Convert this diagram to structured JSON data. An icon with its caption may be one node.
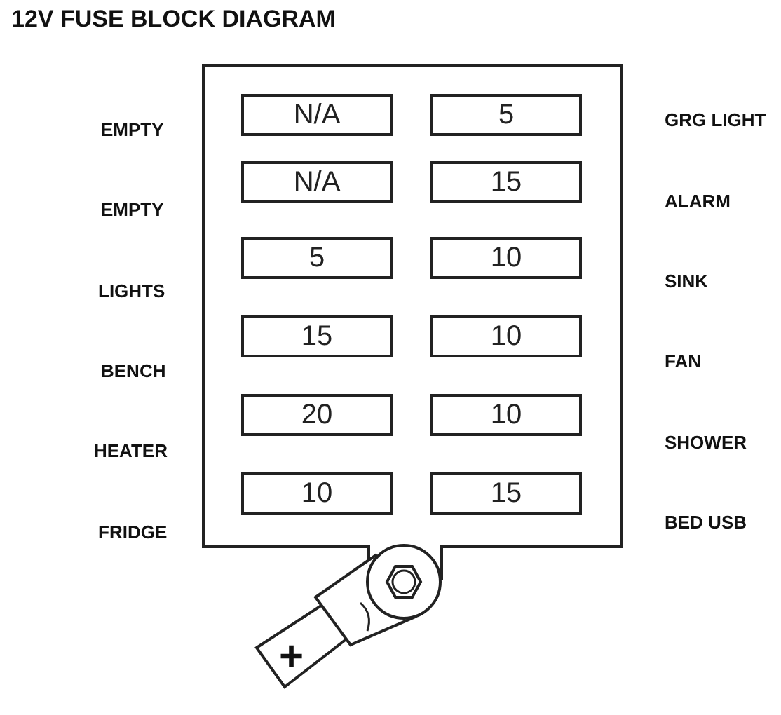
{
  "diagram": {
    "title": "12V FUSE BLOCK DIAGRAM",
    "nodes": [
      {
        "text": [],
        "shape": "box"
      },
      {
        "text": [
          "N/A"
        ],
        "in": 0
      },
      {
        "text": [
          "5"
        ],
        "in": 0
      },
      {
        "text": [
          "N/A"
        ],
        "in": 0
      },
      {
        "text": [
          "15"
        ],
        "in": 0
      },
      {
        "text": [
          "5"
        ],
        "in": 0
      },
      {
        "text": [
          "10"
        ],
        "in": 0
      },
      {
        "text": [
          "15"
        ],
        "in": 0
      },
      {
        "text": [
          "10"
        ],
        "in": 0
      },
      {
        "text": [
          "20"
        ],
        "in": 0
      },
      {
        "text": [
          "10"
        ],
        "in": 0
      },
      {
        "text": [
          "10"
        ],
        "in": 0
      },
      {
        "text": [
          "15"
        ],
        "in": 0
      }
    ],
    "labels": [
      "EMPTY",
      "GRG LIGHT",
      "EMPTY",
      "ALARM",
      "LIGHTS",
      "SINK",
      "BENCH",
      "FAN",
      "HEATER",
      "SHOWER",
      "FRIDGE",
      "BED USB",
      "+"
    ]
  }
}
